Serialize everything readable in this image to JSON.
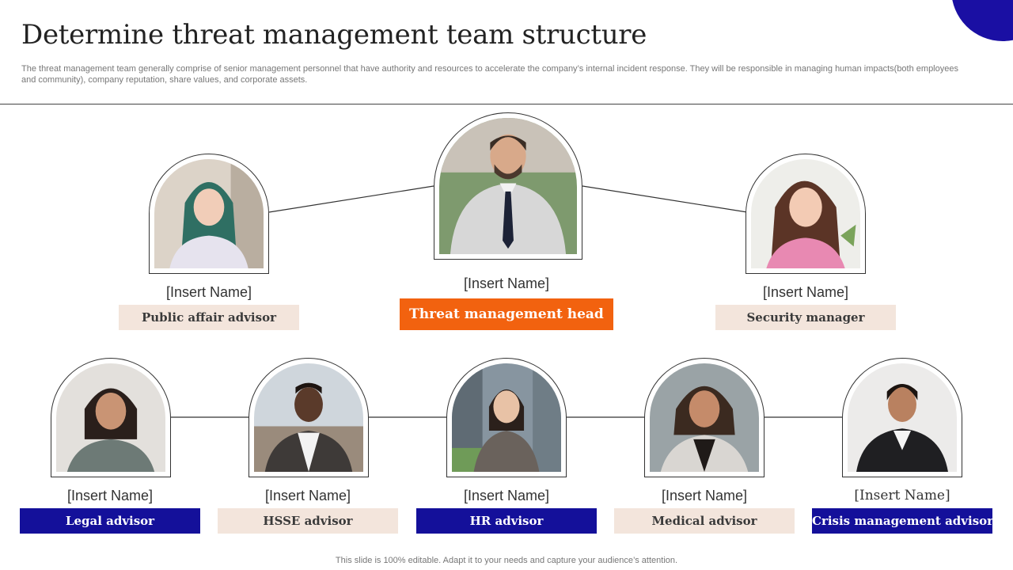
{
  "title": "Determine threat management team structure",
  "subtitle": "The threat management team generally comprise of senior management personnel that have authority and resources to accelerate the company’s internal incident response. They will be responsible in managing human impacts(both employees and community), company reputation, share values, and corporate assets.",
  "footer": "This slide is 100% editable. Adapt it to your needs and capture your audience’s attention.",
  "colors": {
    "accent_navy": "#14109a",
    "accent_orange": "#f2620f",
    "accent_beige": "#f3e5dc"
  },
  "members": [
    {
      "name": "[Insert Name]",
      "role": "Public affair advisor"
    },
    {
      "name": "[Insert Name]",
      "role": "Threat management head"
    },
    {
      "name": "[Insert Name]",
      "role": "Security manager"
    },
    {
      "name": "[Insert Name]",
      "role": "Legal advisor"
    },
    {
      "name": "[Insert Name]",
      "role": "HSSE advisor"
    },
    {
      "name": "[Insert Name]",
      "role": "HR advisor"
    },
    {
      "name": "[Insert Name]",
      "role": "Medical advisor"
    },
    {
      "name": "[Insert Name]",
      "role": "Crisis management advisor"
    }
  ]
}
